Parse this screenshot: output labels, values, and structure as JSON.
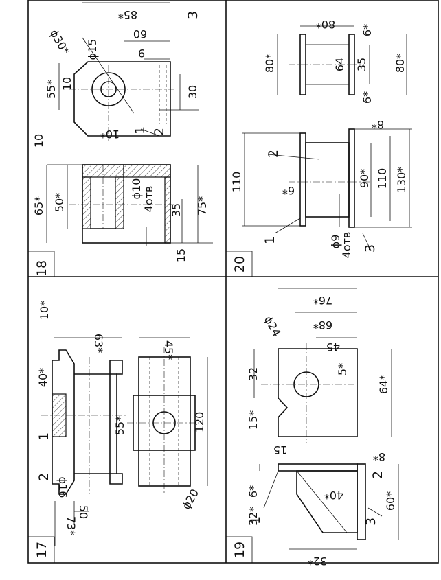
{
  "sheet": {
    "panels": {
      "p17": {
        "number": "17",
        "dims": [
          "73*",
          "50",
          "ϕ16",
          "40*",
          "63*",
          "10*",
          "55*",
          "120",
          "45*",
          "ϕ20"
        ],
        "callouts": [
          "1",
          "2"
        ]
      },
      "p18": {
        "number": "18",
        "dims": [
          "65*",
          "50*",
          "10",
          "ϕ10",
          "4отв",
          "35",
          "75*",
          "15",
          "55*",
          "10",
          "ϕ30*",
          "ϕ15",
          "85*",
          "60",
          "9",
          "30",
          "10*"
        ],
        "callouts": [
          "1",
          "2",
          "3"
        ]
      },
      "p19": {
        "number": "19",
        "dims": [
          "32*",
          "32*",
          "6*",
          "40*",
          "60*",
          "15",
          "15*",
          "ϕ24",
          "32",
          "76*",
          "68*",
          "45",
          "5*",
          "64*",
          "8*"
        ],
        "callouts": [
          "1",
          "2",
          "3"
        ]
      },
      "p20": {
        "number": "20",
        "dims": [
          "ϕ9",
          "4отв",
          "110",
          "6*",
          "90*",
          "110",
          "130*",
          "8*",
          "80*",
          "80*",
          "64",
          "35",
          "6*",
          "6*",
          "80*"
        ],
        "callouts": [
          "1",
          "2",
          "3"
        ]
      }
    }
  }
}
